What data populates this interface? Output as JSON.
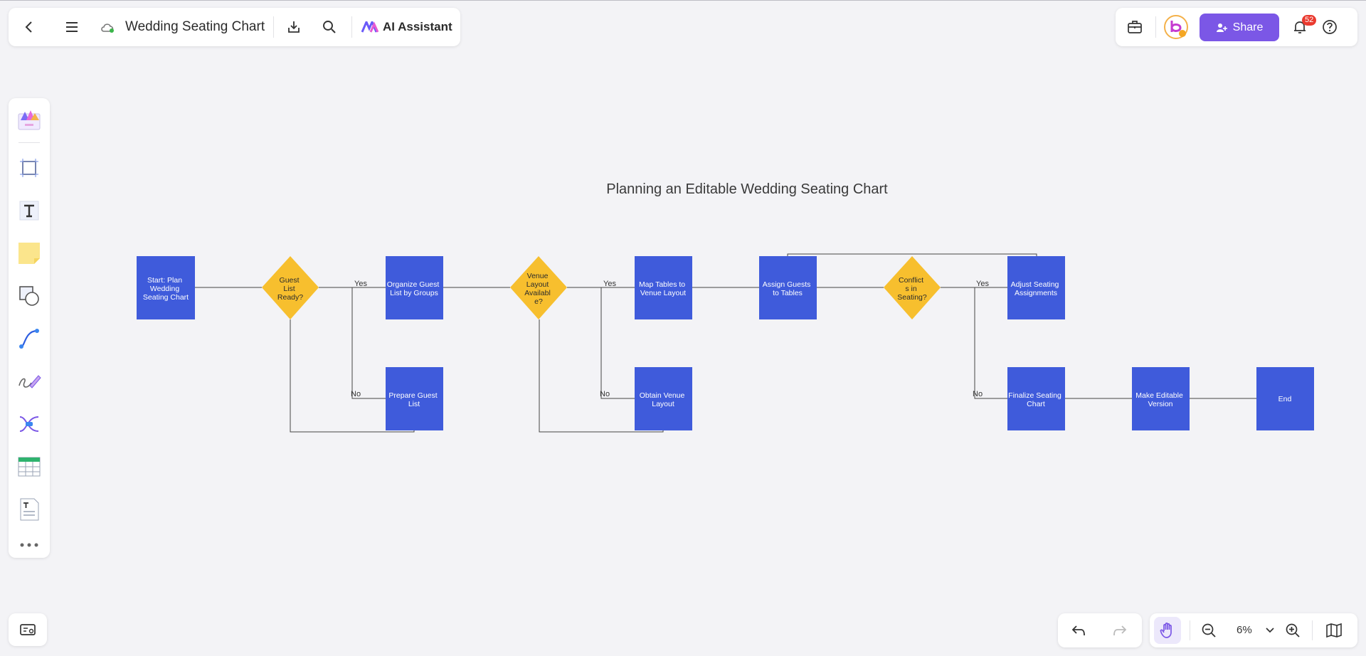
{
  "header": {
    "title": "Wedding Seating Chart",
    "ai_assistant_label": "AI Assistant"
  },
  "share": {
    "label": "Share"
  },
  "notifications": {
    "count": "52"
  },
  "zoom": {
    "level": "6%"
  },
  "diagram": {
    "title": "Planning an Editable Wedding Seating Chart",
    "colors": {
      "process": "#3f5bdb",
      "decision": "#f7bf2e",
      "edge": "#444444"
    },
    "nodes": {
      "start": [
        "Start: Plan",
        "Wedding",
        "Seating Chart"
      ],
      "guest_list_ready": [
        "Guest",
        "List",
        "Ready?"
      ],
      "organize_guest_list": [
        "Organize Guest",
        "List by Groups"
      ],
      "prepare_guest_list": [
        "Prepare Guest",
        "List"
      ],
      "venue_layout_available": [
        "Venue",
        "Layout",
        "Availabl",
        "e?"
      ],
      "map_tables": [
        "Map Tables to",
        "Venue Layout"
      ],
      "obtain_venue_layout": [
        "Obtain Venue",
        "Layout"
      ],
      "assign_guests": [
        "Assign Guests",
        "to Tables"
      ],
      "conflicts_in_seating": [
        "Conflict",
        "s in",
        "Seating?"
      ],
      "adjust_seating": [
        "Adjust Seating",
        "Assignments"
      ],
      "finalize_seating": [
        "Finalize Seating",
        "Chart"
      ],
      "make_editable": [
        "Make Editable",
        "Version"
      ],
      "end": [
        "End"
      ]
    },
    "edge_labels": {
      "yes_1": "Yes",
      "no_1": "No",
      "yes_2": "Yes",
      "no_2": "No",
      "yes_3": "Yes",
      "no_3": "No"
    }
  }
}
